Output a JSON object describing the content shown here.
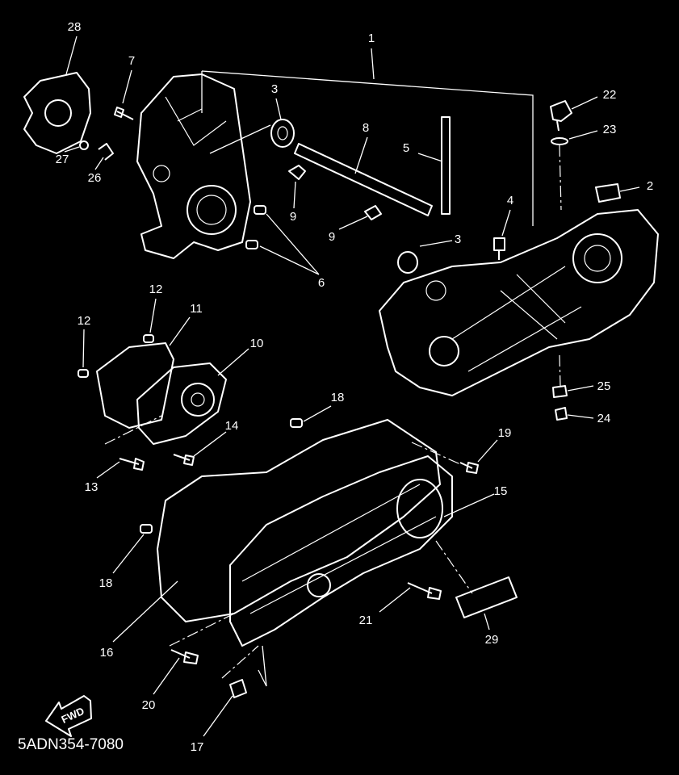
{
  "diagram": {
    "title_code": "5ADN354-7080",
    "fwd_label": "FWD",
    "callouts": [
      "1",
      "2",
      "3",
      "3",
      "4",
      "5",
      "6",
      "7",
      "8",
      "9",
      "9",
      "10",
      "11",
      "12",
      "12",
      "13",
      "14",
      "15",
      "16",
      "17",
      "18",
      "18",
      "19",
      "20",
      "21",
      "22",
      "23",
      "24",
      "25",
      "26",
      "27",
      "28",
      "29"
    ]
  },
  "colors": {
    "background": "#000000",
    "lines": "#ffffff"
  }
}
